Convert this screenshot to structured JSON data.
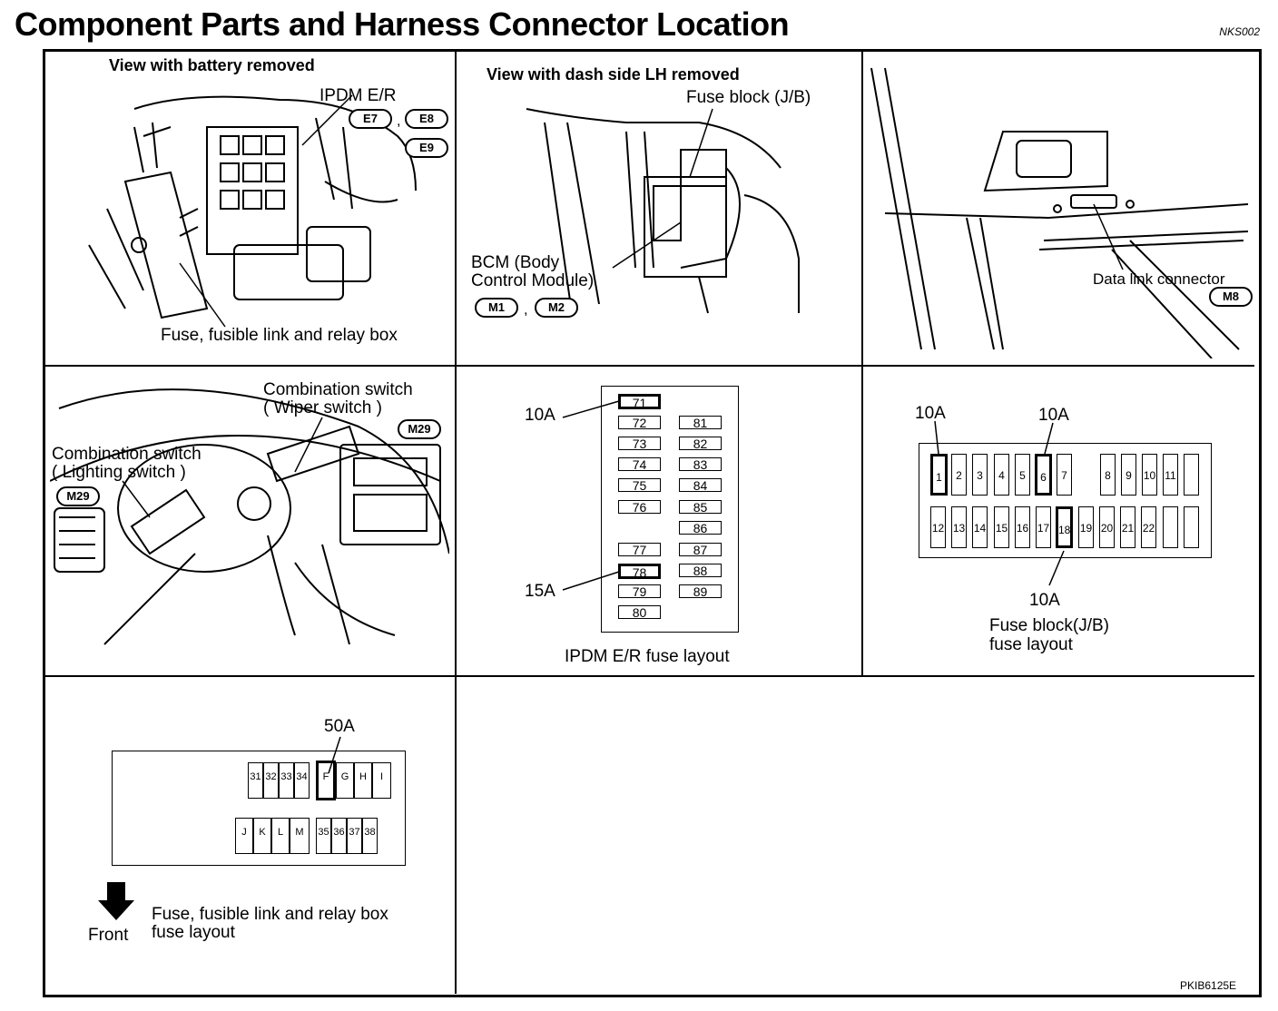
{
  "header": {
    "title": "Component Parts and Harness Connector Location",
    "code": "NKS002",
    "footer_code": "PKIB6125E"
  },
  "panel1": {
    "heading": "View with battery removed",
    "ipdm_label": "IPDM E/R",
    "connectors": [
      "E7",
      "E8",
      "E9"
    ],
    "comma": ",",
    "bottom_label": "Fuse, fusible link and relay box"
  },
  "panel2": {
    "heading": "View with dash side LH removed",
    "fuse_block_label": "Fuse block (J/B)",
    "bcm_line1": "BCM (Body",
    "bcm_line2": "Control Module)",
    "connectors": [
      "M1",
      "M2"
    ],
    "comma": ","
  },
  "panel3": {
    "dlc_label": "Data link connector",
    "connector": "M8"
  },
  "panel4": {
    "wiper_line1": "Combination switch",
    "wiper_line2": "( Wiper switch )",
    "light_line1": "Combination switch",
    "light_line2": "( Lighting switch )",
    "connector_right": "M29",
    "connector_left": "M29"
  },
  "panel5": {
    "label_10a": "10A",
    "label_15a": "15A",
    "caption": "IPDM E/R fuse layout",
    "left_col": [
      "71",
      "72",
      "73",
      "74",
      "75",
      "76",
      "77",
      "78",
      "79",
      "80"
    ],
    "right_col": [
      "81",
      "82",
      "83",
      "84",
      "85",
      "86",
      "87",
      "88",
      "89"
    ]
  },
  "panel6": {
    "label_1": "10A",
    "label_6": "10A",
    "label_18": "10A",
    "caption_line1": "Fuse block(J/B)",
    "caption_line2": "fuse layout",
    "row1": [
      "1",
      "2",
      "3",
      "4",
      "5",
      "6",
      "7",
      "8",
      "9",
      "10",
      "11",
      ""
    ],
    "row2": [
      "12",
      "13",
      "14",
      "15",
      "16",
      "17",
      "18",
      "19",
      "20",
      "21",
      "22",
      "",
      ""
    ]
  },
  "panel7": {
    "label_50a": "50A",
    "top_row": [
      "31",
      "32",
      "33",
      "34",
      "F",
      "G",
      "H",
      "I"
    ],
    "bottom_row": [
      "J",
      "K",
      "L",
      "M",
      "35",
      "36",
      "37",
      "38"
    ],
    "front_label": "Front",
    "caption_line1": "Fuse, fusible link and relay box",
    "caption_line2": "fuse layout"
  }
}
